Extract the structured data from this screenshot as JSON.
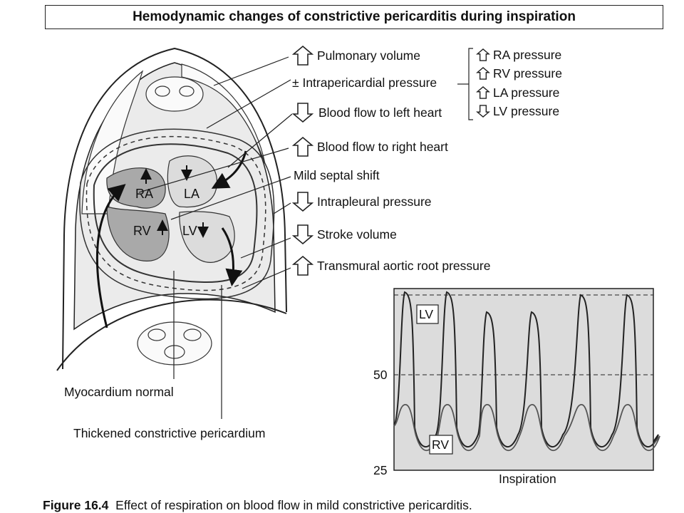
{
  "title": "Hemodynamic changes of constrictive pericarditis during inspiration",
  "diagram": {
    "chambers": {
      "ra": "RA",
      "la": "LA",
      "rv": "RV",
      "lv": "LV"
    },
    "anatomy_labels": {
      "myocardium": "Myocardium normal",
      "pericardium": "Thickened constrictive pericardium"
    },
    "effects": [
      {
        "label": "Pulmonary volume",
        "direction": "up"
      },
      {
        "label": "± Intrapericardial pressure",
        "direction": "none"
      },
      {
        "label": "Blood flow to left heart",
        "direction": "down"
      },
      {
        "label": "Blood flow to right heart",
        "direction": "up"
      },
      {
        "label": "Mild septal shift",
        "direction": "none"
      },
      {
        "label": "Intrapleural pressure",
        "direction": "down"
      },
      {
        "label": "Stroke volume",
        "direction": "down"
      },
      {
        "label": "Transmural aortic root pressure",
        "direction": "up"
      }
    ],
    "pressures": [
      {
        "label": "RA pressure",
        "direction": "up"
      },
      {
        "label": "RV pressure",
        "direction": "up"
      },
      {
        "label": "LA pressure",
        "direction": "up"
      },
      {
        "label": "LV pressure",
        "direction": "down"
      }
    ]
  },
  "tracing": {
    "tick_labels": [
      "50",
      "25"
    ],
    "xlabel": "Inspiration",
    "series_labels": {
      "lv": "LV",
      "rv": "RV"
    }
  },
  "caption": {
    "number": "Figure 16.4",
    "text": "Effect of respiration on blood flow in mild constrictive pericarditis."
  }
}
